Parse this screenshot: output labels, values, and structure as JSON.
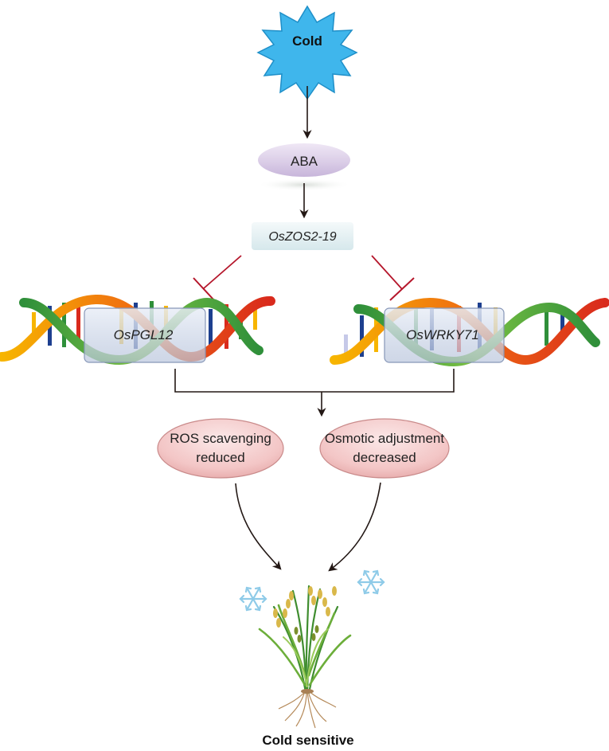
{
  "stimulus": {
    "label": "Cold"
  },
  "hormone": {
    "label": "ABA"
  },
  "regulator": {
    "label": "OsZOS2-19"
  },
  "targets": [
    {
      "label": "OsPGL12"
    },
    {
      "label": "OsWRKY71"
    }
  ],
  "effects": [
    {
      "line1": "ROS scavenging",
      "line2": "reduced"
    },
    {
      "line1": "Osmotic adjustment",
      "line2": "decreased"
    }
  ],
  "outcome": {
    "label": "Cold sensitive"
  },
  "colors": {
    "star_fill": "#3fb6ec",
    "star_stroke": "#1f8fc8",
    "arrow": "#231815",
    "inhibit": "#b5162b",
    "ellipse_fill": "#f4c9c9",
    "ellipse_stroke": "#c98a8a",
    "aba_fill": "#ddd0e8",
    "regulator_fill": "#e6f1f3",
    "snowflake": "#8fcbe8"
  },
  "icons": [
    "starburst-icon",
    "dna-helix-icon",
    "snowflake-icon",
    "rice-plant-icon"
  ]
}
